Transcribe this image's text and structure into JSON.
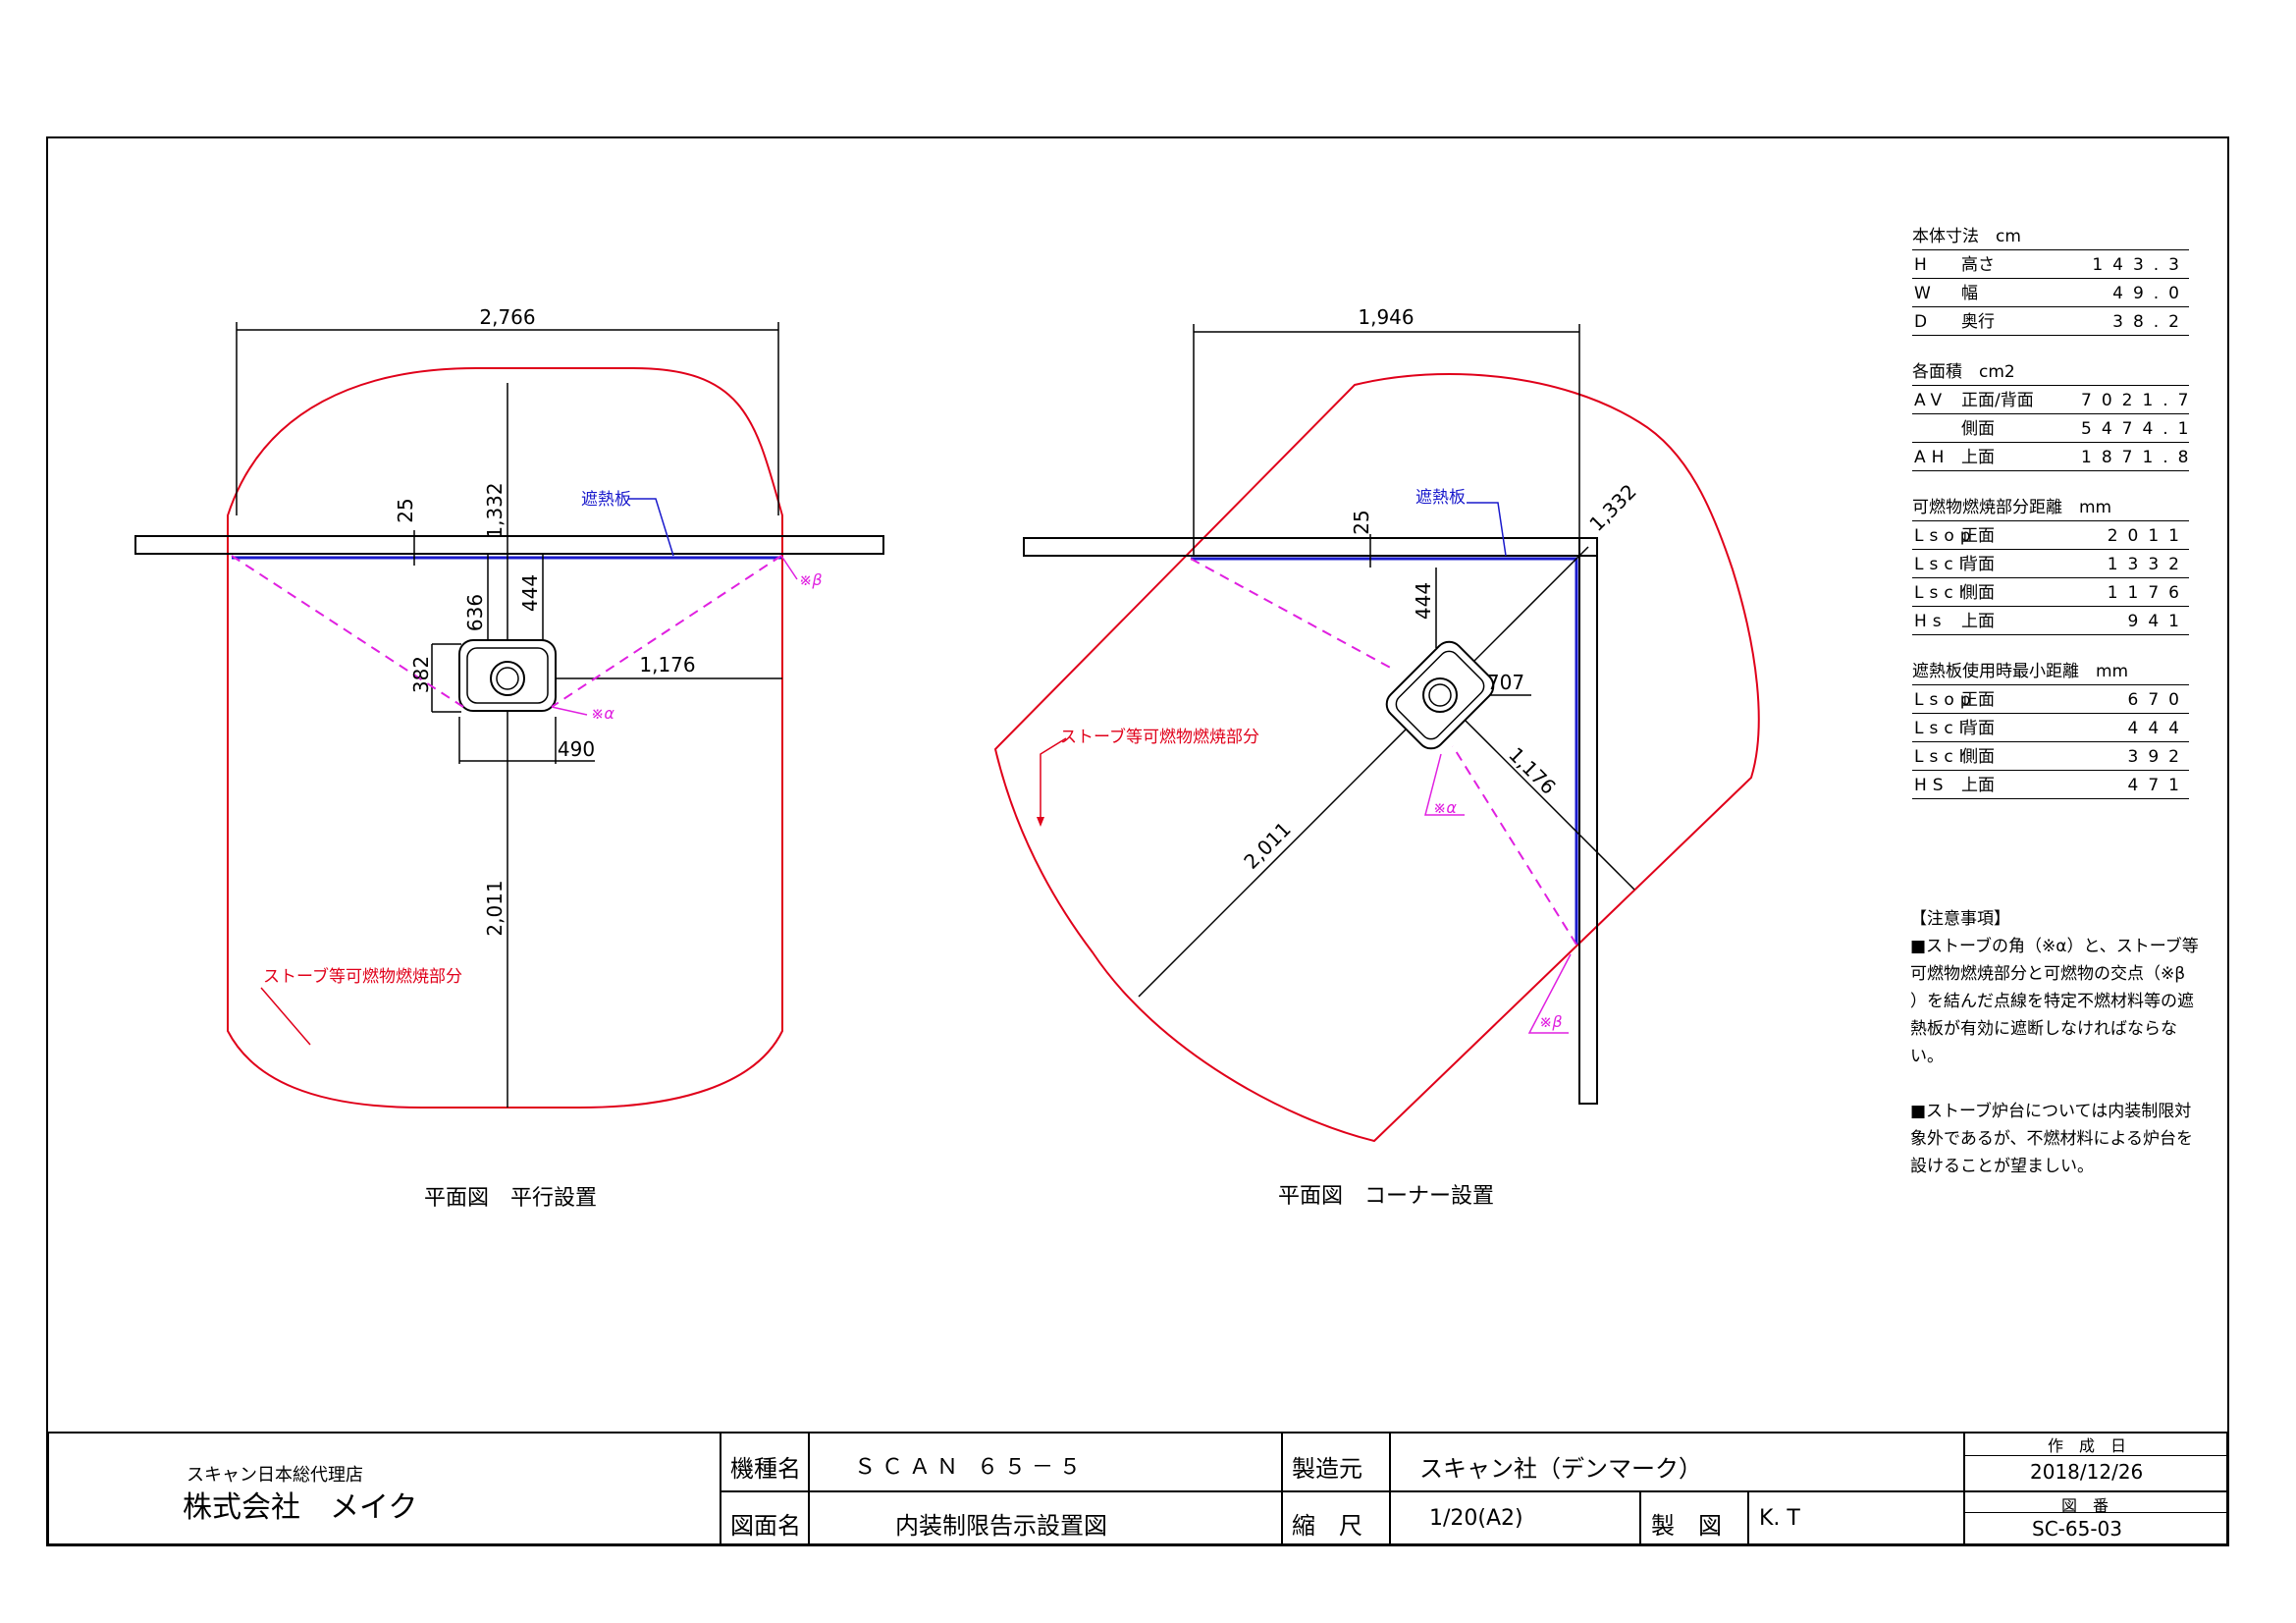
{
  "parallel_view": {
    "caption": "平面図　平行設置",
    "dims": {
      "overall_width": "2,766",
      "shield_gap": "25",
      "front": "1,332",
      "side_636": "636",
      "rear_444": "444",
      "body_382": "382",
      "side_1176": "1,176",
      "width_490": "490",
      "front_2011": "2,011"
    },
    "shield_label": "遮熱板",
    "combustion_label": "ストーブ等可燃物燃焼部分",
    "alpha_mark": "※α",
    "beta_mark": "※β"
  },
  "corner_view": {
    "caption": "平面図　コーナー設置",
    "dims": {
      "overall_width": "1,946",
      "shield_gap": "25",
      "rear_1332": "1,332",
      "rear_444": "444",
      "side_707": "707",
      "side_1176": "1,176",
      "front_2011": "2,011"
    },
    "shield_label": "遮熱板",
    "combustion_label": "ストーブ等可燃物燃焼部分",
    "alpha_mark": "※α",
    "beta_mark": "※β"
  },
  "spec_tables": {
    "body_size": {
      "title": "本体寸法　cm",
      "rows": [
        {
          "code": "H",
          "label": "高さ",
          "value": "143.3"
        },
        {
          "code": "W",
          "label": "幅",
          "value": "49.0"
        },
        {
          "code": "D",
          "label": "奥行",
          "value": "38.2"
        }
      ]
    },
    "areas": {
      "title": "各面積　cm2",
      "rows": [
        {
          "code": "AV",
          "label": "正面/背面",
          "value": "7021.7"
        },
        {
          "code": "",
          "label": "側面",
          "value": "5474.1"
        },
        {
          "code": "AH",
          "label": "上面",
          "value": "1871.8"
        }
      ]
    },
    "combustion_distance": {
      "title": "可燃物燃焼部分距離　mm",
      "rows": [
        {
          "code": "Lsop",
          "label": "正面",
          "value": "2011"
        },
        {
          "code": "Lscl",
          "label": "背面",
          "value": "1332"
        },
        {
          "code": "Lscl",
          "label": "側面",
          "value": "1176"
        },
        {
          "code": "Hs",
          "label": "上面",
          "value": "941"
        }
      ]
    },
    "shield_min_distance": {
      "title": "遮熱板使用時最小距離　mm",
      "rows": [
        {
          "code": "Lsop",
          "label": "正面",
          "value": "670"
        },
        {
          "code": "Lscl",
          "label": "背面",
          "value": "444"
        },
        {
          "code": "Lscl",
          "label": "側面",
          "value": "392"
        },
        {
          "code": "HS",
          "label": "上面",
          "value": "471"
        }
      ]
    }
  },
  "notes": {
    "title": "【注意事項】",
    "note1_lines": [
      "■ストーブの角（※α）と、ストーブ等",
      "可燃物燃焼部分と可燃物の交点（※β",
      "）を結んだ点線を特定不燃材料等の遮",
      "熱板が有効に遮断しなければならない。"
    ],
    "note2_lines": [
      "■ストーブ炉台については内装制限対",
      "象外であるが、不燃材料による炉台を",
      "設けることが望ましい。"
    ]
  },
  "title_block": {
    "agent_sub": "スキャン日本総代理店",
    "agent_name": "株式会社　メイク",
    "model_label": "機種名",
    "model_value": "ＳＣＡＮ ６５－５",
    "drawing_label": "図面名",
    "drawing_value": "内装制限告示設置図",
    "maker_label": "製造元",
    "maker_value": "スキャン社（デンマーク）",
    "scale_label": "縮　尺",
    "scale_value": "1/20(A2)",
    "drafter_label": "製　図",
    "drafter_value": "K. T",
    "date_label": "作　成　日",
    "date_value": "2018/12/26",
    "number_label": "図　番",
    "number_value": "SC-65-03"
  }
}
